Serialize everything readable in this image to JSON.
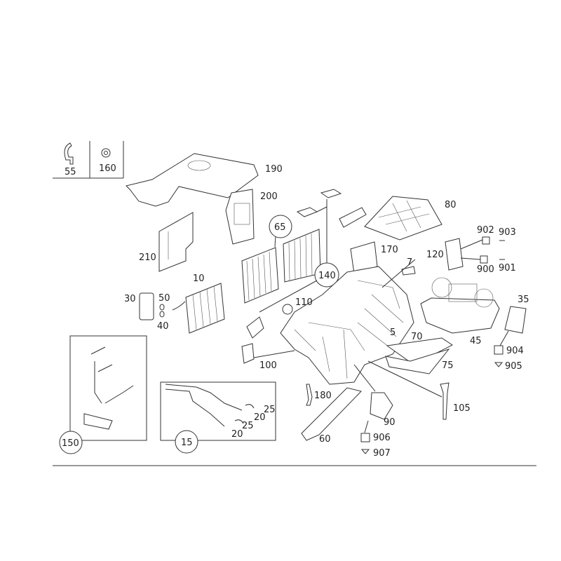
{
  "labels": {
    "p55": "55",
    "p160": "160",
    "p190": "190",
    "p200": "200",
    "p65": "65",
    "p210": "210",
    "p10": "10",
    "p30": "30",
    "p50": "50",
    "p40": "40",
    "p140": "140",
    "p110": "110",
    "p170": "170",
    "p7": "7",
    "p120": "120",
    "p80": "80",
    "p902": "902",
    "p903": "903",
    "p900": "900",
    "p901": "901",
    "p35": "35",
    "p45": "45",
    "p5": "5",
    "p70": "70",
    "p75": "75",
    "p904": "904",
    "p905": "905",
    "p100": "100",
    "p180": "180",
    "p105": "105",
    "p90": "90",
    "p60": "60",
    "p906": "906",
    "p907": "907",
    "p15": "15",
    "p150": "150",
    "p25a": "25",
    "p20a": "20",
    "p25b": "25",
    "p20b": "20"
  }
}
